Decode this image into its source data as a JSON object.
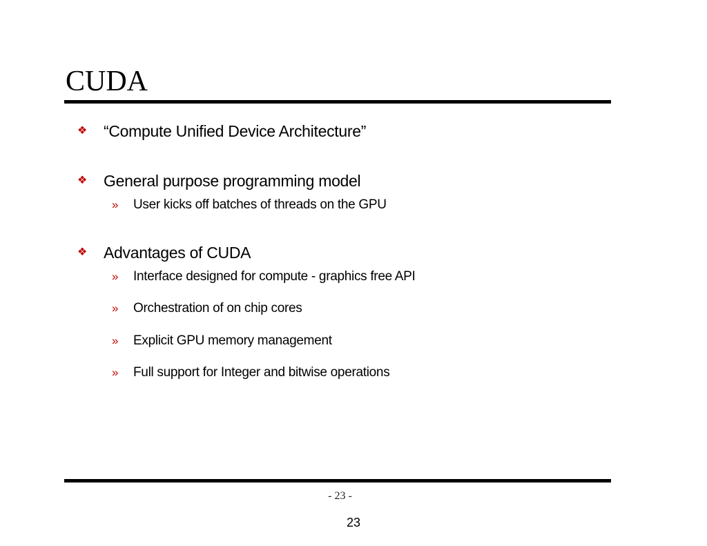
{
  "slide": {
    "title": "CUDA",
    "accent_color": "#c00000",
    "bullets": [
      {
        "marker": "❖",
        "text": "“Compute Unified Device Architecture”",
        "sub": []
      },
      {
        "marker": "❖",
        "text": "General purpose programming model",
        "sub": [
          {
            "marker": "»",
            "text": "User kicks off batches of threads on the GPU"
          }
        ]
      },
      {
        "marker": "❖",
        "text": "Advantages of CUDA",
        "sub": [
          {
            "marker": "»",
            "text": "Interface designed for compute - graphics free API"
          },
          {
            "marker": "»",
            "text": "Orchestration of on chip cores"
          },
          {
            "marker": "»",
            "text": "Explicit GPU memory management"
          },
          {
            "marker": "»",
            "text": "Full support for Integer and bitwise operations"
          }
        ]
      }
    ],
    "footer_page_label": "- 23 -",
    "slide_number": "23"
  }
}
